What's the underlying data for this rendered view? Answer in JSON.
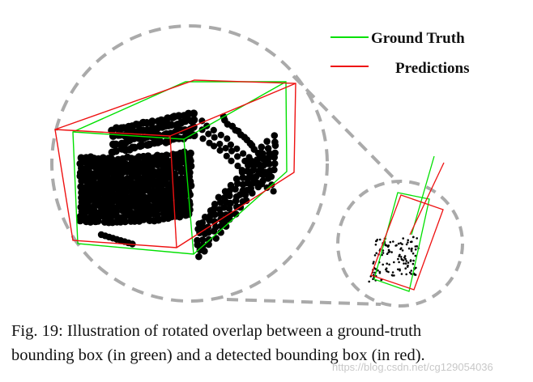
{
  "legend": {
    "items": [
      {
        "label": "Ground Truth",
        "color": "#00e000"
      },
      {
        "label": "Predictions",
        "color": "#ee1111"
      }
    ]
  },
  "caption": {
    "line1": "Fig. 19: Illustration of rotated overlap between a ground-truth",
    "line2": "bounding box (in green) and a detected bounding box (in red)."
  },
  "watermark": "https://blog.csdn.net/cg129054036",
  "colors": {
    "ground_truth": "#00e000",
    "prediction": "#ee1111",
    "magnifier_outline": "#aaaaaa",
    "points": "#000000"
  }
}
